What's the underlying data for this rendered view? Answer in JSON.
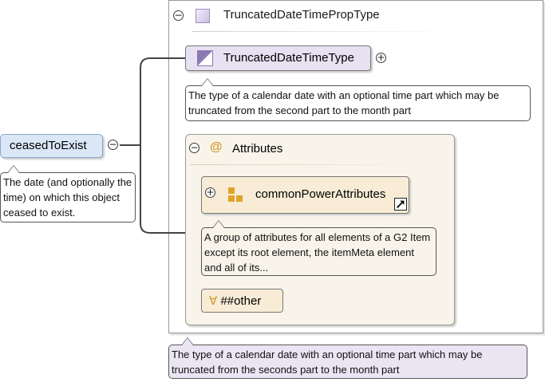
{
  "complex_type": {
    "title": "TruncatedDateTimePropType",
    "collapse_symbol": "−",
    "icon": "complex-type-icon"
  },
  "element": {
    "name": "ceasedToExist",
    "collapse_symbol": "−",
    "note": "The date (and optionally the time) on which this object ceased to exist."
  },
  "simple_type": {
    "name": "TruncatedDateTimeType",
    "expand_symbol": "+",
    "icon": "simple-type-icon",
    "note": "The type of a calendar date with an optional time part which may be truncated from the second part to the month part"
  },
  "attributes": {
    "title": "Attributes",
    "collapse_symbol": "−",
    "at_symbol": "@",
    "group": {
      "name": "commonPowerAttributes",
      "expand_symbol": "+",
      "icon": "attribute-group-icon",
      "note": "A group of attributes for all elements of a G2 Item except its root element, the itemMeta element and all of its..."
    },
    "any_attribute": {
      "symbol": "∀",
      "label": "##other"
    }
  },
  "type_note": "The type of a calendar date with an optional time part which may be truncated from the seconds part to the month part",
  "colors": {
    "element_fill": "#dbe7f7",
    "type_fill": "#e7e1f1",
    "attribute_fill": "#f8ecd6",
    "note_purple": "#ebe5f3",
    "accent_orange": "#d29a2c"
  }
}
